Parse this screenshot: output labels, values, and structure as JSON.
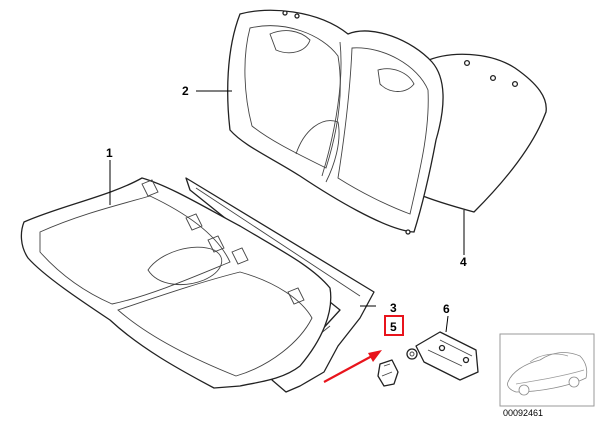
{
  "callouts": [
    {
      "id": "label-1",
      "text": "1"
    },
    {
      "id": "label-2",
      "text": "2"
    },
    {
      "id": "label-3",
      "text": "3"
    },
    {
      "id": "label-4",
      "text": "4"
    },
    {
      "id": "label-5",
      "text": "5"
    },
    {
      "id": "label-6",
      "text": "6"
    }
  ],
  "highlight_color": "#e8141c",
  "reference_number": "00092461"
}
